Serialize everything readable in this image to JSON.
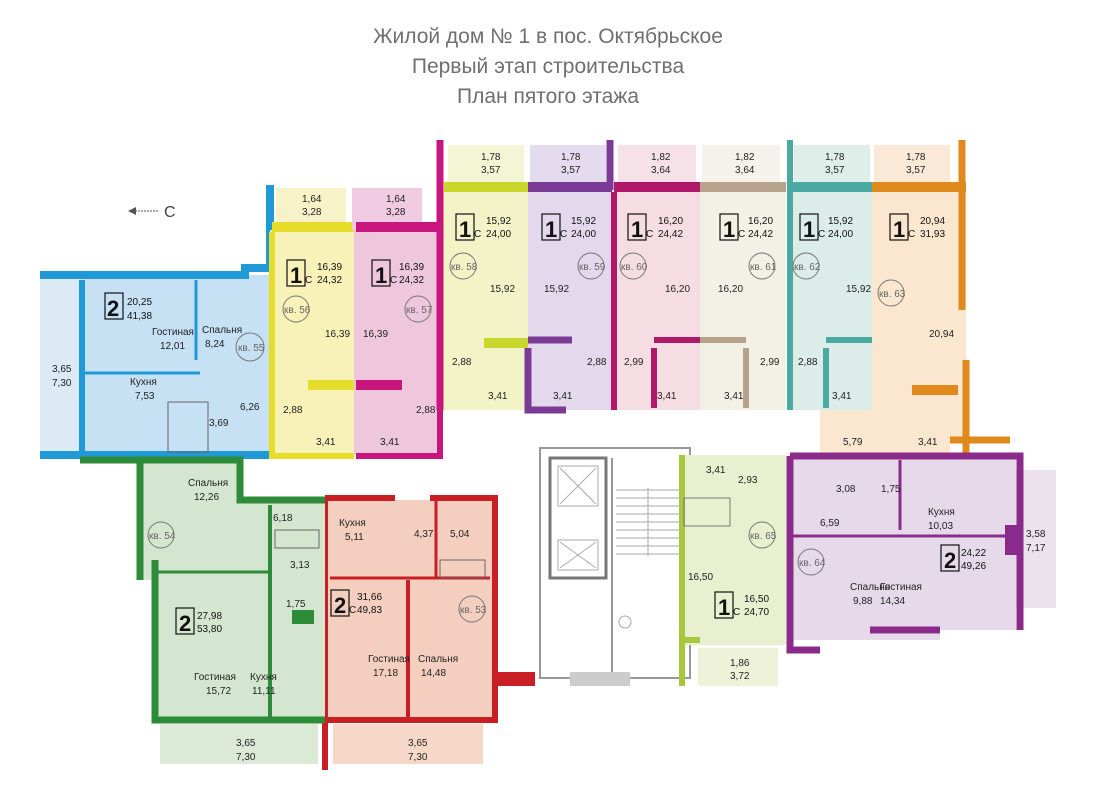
{
  "title_lines": [
    "Жилой  дом № 1 в пос. Октябрьское",
    "Первый этап строительства",
    "План пятого этажа"
  ],
  "compass_label": "С",
  "colors": {
    "blue": "#1f9ad6",
    "yellow": "#e6dc2a",
    "pink": "#c8167e",
    "lime": "#c9d62a",
    "purple": "#7b3a96",
    "magenta": "#b0186a",
    "taupe": "#b7a28c",
    "teal": "#4aa9a0",
    "orange": "#e08a1e",
    "green": "#2e8b3a",
    "red": "#c81e24",
    "violet": "#8a2a8a"
  },
  "apartments": [
    {
      "id": "55",
      "label": "кв. 55",
      "rooms": "2",
      "suffix": "",
      "living": "20,25",
      "total": "41,38",
      "room_labels": [
        {
          "name": "Гостиная",
          "area": "12,01"
        },
        {
          "name": "Спальня",
          "area": "8,24"
        },
        {
          "name": "Кухня",
          "area": "7,53"
        }
      ],
      "areas": [
        "3,69",
        "6,26"
      ],
      "balcony": {
        "a": "3,65",
        "b": "7,30"
      }
    },
    {
      "id": "56",
      "label": "кв. 56",
      "rooms": "1",
      "suffix": "С",
      "living": "16,39",
      "total": "24,32",
      "areas": [
        "16,39",
        "2,88",
        "3,41"
      ],
      "balcony": {
        "a": "1,64",
        "b": "3,28"
      }
    },
    {
      "id": "57",
      "label": "кв. 57",
      "rooms": "1",
      "suffix": "С",
      "living": "16,39",
      "total": "24,32",
      "areas": [
        "16,39",
        "2,88",
        "3,41"
      ],
      "balcony": {
        "a": "1,64",
        "b": "3,28"
      }
    },
    {
      "id": "58",
      "label": "кв. 58",
      "rooms": "1",
      "suffix": "С",
      "living": "15,92",
      "total": "24,00",
      "areas": [
        "15,92",
        "2,88",
        "3,41"
      ],
      "balcony": {
        "a": "1,78",
        "b": "3,57"
      }
    },
    {
      "id": "59",
      "label": "кв. 59",
      "rooms": "1",
      "suffix": "С",
      "living": "15,92",
      "total": "24,00",
      "areas": [
        "15,92",
        "2,88",
        "3,41"
      ],
      "balcony": {
        "a": "1,78",
        "b": "3,57"
      }
    },
    {
      "id": "60",
      "label": "кв. 60",
      "rooms": "1",
      "suffix": "С",
      "living": "16,20",
      "total": "24,42",
      "areas": [
        "16,20",
        "2,99",
        "3,41"
      ],
      "balcony": {
        "a": "1,82",
        "b": "3,64"
      }
    },
    {
      "id": "61",
      "label": "кв. 61",
      "rooms": "1",
      "suffix": "С",
      "living": "16,20",
      "total": "24,42",
      "areas": [
        "16,20",
        "2,99",
        "3,41"
      ],
      "balcony": {
        "a": "1,82",
        "b": "3,64"
      }
    },
    {
      "id": "62",
      "label": "кв. 62",
      "rooms": "1",
      "suffix": "С",
      "living": "15,92",
      "total": "24,00",
      "areas": [
        "15,92",
        "2,88",
        "3,41"
      ],
      "balcony": {
        "a": "1,78",
        "b": "3,57"
      }
    },
    {
      "id": "63",
      "label": "кв. 63",
      "rooms": "1",
      "suffix": "С",
      "living": "20,94",
      "total": "31,93",
      "areas": [
        "20,94",
        "5,79",
        "3,41"
      ],
      "balcony": {
        "a": "1,78",
        "b": "3,57"
      }
    },
    {
      "id": "64",
      "label": "кв. 64",
      "rooms": "2",
      "suffix": "",
      "living": "24,22",
      "total": "49,26",
      "room_labels": [
        {
          "name": "Кухня",
          "area": "10,03"
        },
        {
          "name": "Спальня",
          "area": "9,88"
        },
        {
          "name": "Гостиная",
          "area": "14,34"
        }
      ],
      "areas": [
        "3,08",
        "1,75",
        "6,59"
      ],
      "balcony": {
        "a": "3,58",
        "b": "7,17"
      }
    },
    {
      "id": "65",
      "label": "кв. 65",
      "rooms": "1",
      "suffix": "С",
      "living": "16,50",
      "total": "24,70",
      "areas": [
        "3,41",
        "2,93",
        "16,50"
      ],
      "balcony": {
        "a": "1,86",
        "b": "3,72"
      }
    },
    {
      "id": "53",
      "label": "кв. 53",
      "rooms": "2",
      "suffix": "С",
      "living": "31,66",
      "total": "49,83",
      "room_labels": [
        {
          "name": "Кухня",
          "area": "5,11"
        },
        {
          "name": "Гостиная",
          "area": "17,18"
        },
        {
          "name": "Спальня",
          "area": "14,48"
        }
      ],
      "areas": [
        "4,37",
        "5,04"
      ],
      "balcony": {
        "a": "3,65",
        "b": "7,30"
      }
    },
    {
      "id": "54",
      "label": "кв. 54",
      "rooms": "2",
      "suffix": "",
      "living": "27,98",
      "total": "53,80",
      "room_labels": [
        {
          "name": "Спальня",
          "area": "12,26"
        },
        {
          "name": "Гостиная",
          "area": "15,72"
        },
        {
          "name": "Кухня",
          "area": "11,11"
        }
      ],
      "areas": [
        "6,18",
        "3,13",
        "1,75"
      ],
      "balcony": {
        "a": "3,65",
        "b": "7,30"
      }
    }
  ]
}
